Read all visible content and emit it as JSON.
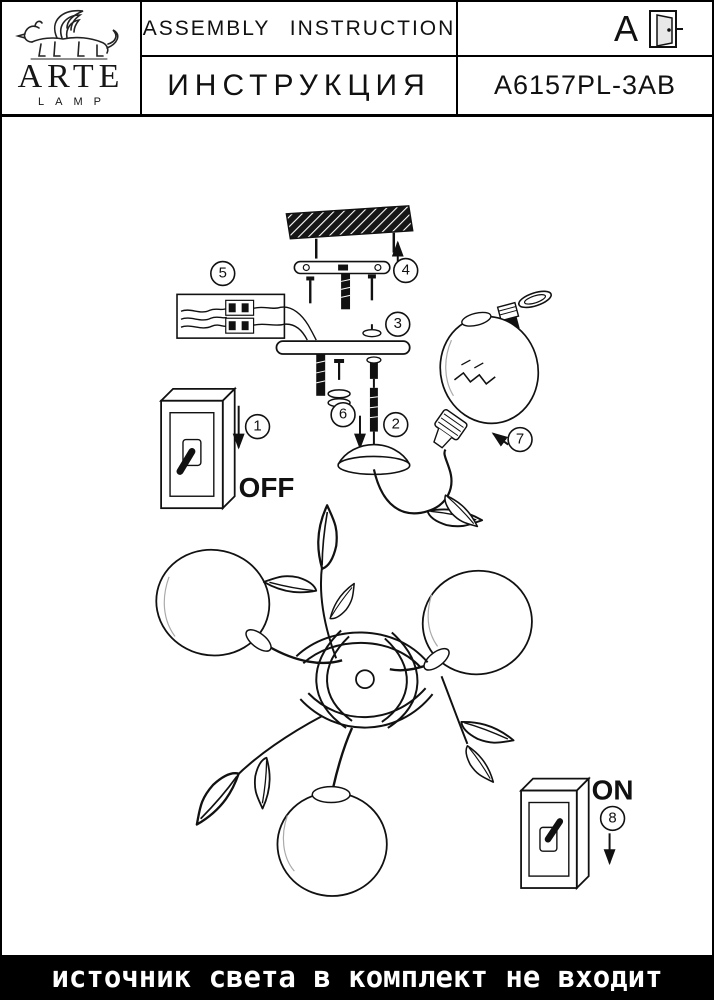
{
  "header": {
    "brand_name": "ARTE",
    "brand_sub": "LAMP",
    "title_en": "ASSEMBLY INSTRUCTION",
    "title_ru": "ИНСТРУКЦИЯ",
    "section_letter": "A",
    "model": "A6157PL-3AB"
  },
  "diagram": {
    "step_numbers": [
      "1",
      "2",
      "3",
      "4",
      "5",
      "6",
      "7",
      "8"
    ],
    "switch_off_label": "OFF",
    "switch_on_label": "ON"
  },
  "footer": {
    "note": "источник света в комплект не входит"
  }
}
